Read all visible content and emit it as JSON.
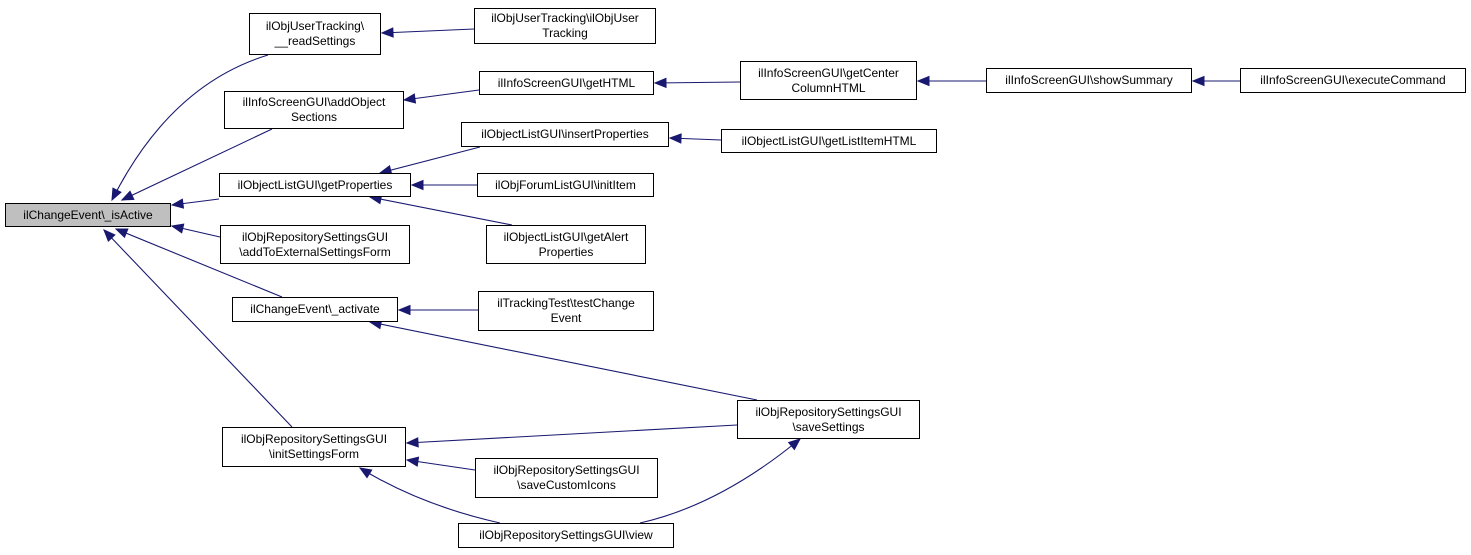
{
  "diagram": {
    "type": "call-graph",
    "edge_color": "#191970",
    "root_fill": "#bfbfbf",
    "nodes": [
      {
        "id": "root",
        "lines": [
          "ilChangeEvent\\_isActive"
        ]
      },
      {
        "id": "readSettings",
        "lines": [
          "ilObjUserTracking\\",
          "__readSettings"
        ]
      },
      {
        "id": "userTracking",
        "lines": [
          "ilObjUserTracking\\ilObjUser",
          "Tracking"
        ]
      },
      {
        "id": "addObjectSections",
        "lines": [
          "ilInfoScreenGUI\\addObject",
          "Sections"
        ]
      },
      {
        "id": "getHTML",
        "lines": [
          "ilInfoScreenGUI\\getHTML"
        ]
      },
      {
        "id": "getCenterColumnHTML",
        "lines": [
          "ilInfoScreenGUI\\getCenter",
          "ColumnHTML"
        ]
      },
      {
        "id": "showSummary",
        "lines": [
          "ilInfoScreenGUI\\showSummary"
        ]
      },
      {
        "id": "executeCommand",
        "lines": [
          "ilInfoScreenGUI\\executeCommand"
        ]
      },
      {
        "id": "getProperties",
        "lines": [
          "ilObjectListGUI\\getProperties"
        ]
      },
      {
        "id": "insertProperties",
        "lines": [
          "ilObjectListGUI\\insertProperties"
        ]
      },
      {
        "id": "getListItemHTML",
        "lines": [
          "ilObjectListGUI\\getListItemHTML"
        ]
      },
      {
        "id": "forumInitItem",
        "lines": [
          "ilObjForumListGUI\\initItem"
        ]
      },
      {
        "id": "getAlertProperties",
        "lines": [
          "ilObjectListGUI\\getAlert",
          "Properties"
        ]
      },
      {
        "id": "addToExternalSettingsForm",
        "lines": [
          "ilObjRepositorySettingsGUI",
          "\\addToExternalSettingsForm"
        ]
      },
      {
        "id": "activate",
        "lines": [
          "ilChangeEvent\\_activate"
        ]
      },
      {
        "id": "testChangeEvent",
        "lines": [
          "ilTrackingTest\\testChange",
          "Event"
        ]
      },
      {
        "id": "saveSettings",
        "lines": [
          "ilObjRepositorySettingsGUI",
          "\\saveSettings"
        ]
      },
      {
        "id": "initSettingsForm",
        "lines": [
          "ilObjRepositorySettingsGUI",
          "\\initSettingsForm"
        ]
      },
      {
        "id": "saveCustomIcons",
        "lines": [
          "ilObjRepositorySettingsGUI",
          "\\saveCustomIcons"
        ]
      },
      {
        "id": "view",
        "lines": [
          "ilObjRepositorySettingsGUI\\view"
        ]
      }
    ],
    "edges": [
      {
        "from": "readSettings",
        "to": "root"
      },
      {
        "from": "addObjectSections",
        "to": "root"
      },
      {
        "from": "getProperties",
        "to": "root"
      },
      {
        "from": "addToExternalSettingsForm",
        "to": "root"
      },
      {
        "from": "activate",
        "to": "root"
      },
      {
        "from": "initSettingsForm",
        "to": "root"
      },
      {
        "from": "userTracking",
        "to": "readSettings"
      },
      {
        "from": "getHTML",
        "to": "addObjectSections"
      },
      {
        "from": "getCenterColumnHTML",
        "to": "getHTML"
      },
      {
        "from": "showSummary",
        "to": "getCenterColumnHTML"
      },
      {
        "from": "executeCommand",
        "to": "showSummary"
      },
      {
        "from": "insertProperties",
        "to": "getProperties"
      },
      {
        "from": "forumInitItem",
        "to": "getProperties"
      },
      {
        "from": "getAlertProperties",
        "to": "getProperties"
      },
      {
        "from": "getListItemHTML",
        "to": "insertProperties"
      },
      {
        "from": "testChangeEvent",
        "to": "activate"
      },
      {
        "from": "saveSettings",
        "to": "activate"
      },
      {
        "from": "saveSettings",
        "to": "initSettingsForm"
      },
      {
        "from": "saveCustomIcons",
        "to": "initSettingsForm"
      },
      {
        "from": "view",
        "to": "initSettingsForm"
      },
      {
        "from": "view",
        "to": "saveSettings"
      }
    ]
  }
}
